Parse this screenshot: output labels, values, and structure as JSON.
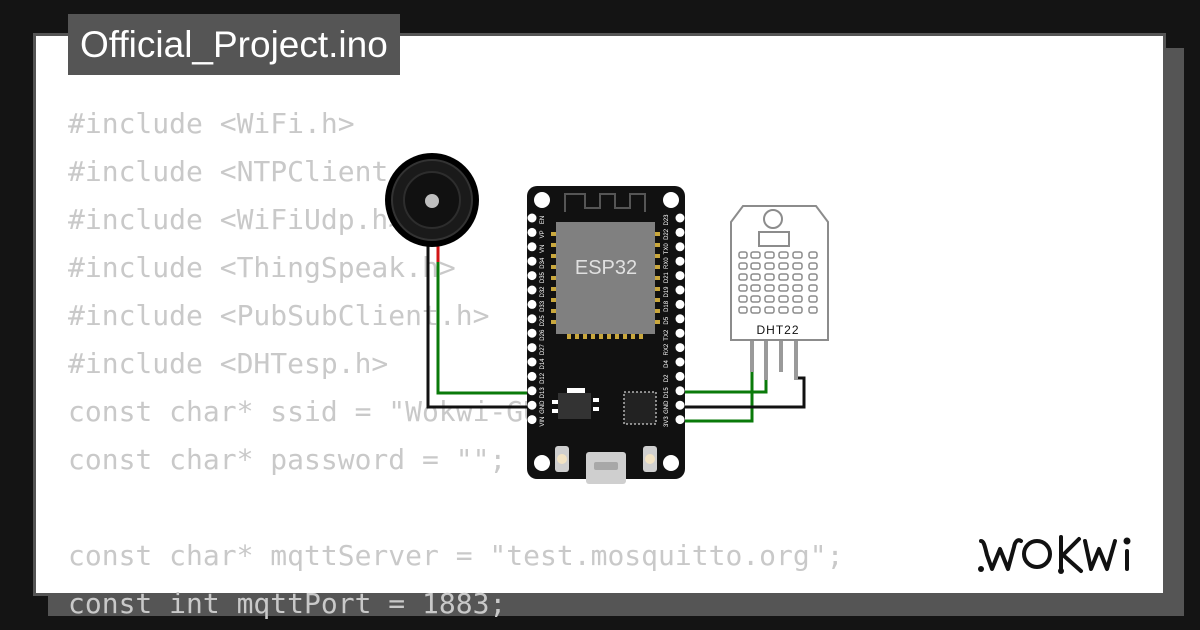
{
  "project": {
    "filename": "Official_Project.ino"
  },
  "code": {
    "lines": [
      "#include <WiFi.h>",
      "#include <NTPClient.h>",
      "#include <WiFiUdp.h>",
      "#include <ThingSpeak.h>",
      "#include <PubSubClient.h>",
      "#include <DHTesp.h>",
      "const char* ssid = \"Wokwi-GUEST\";",
      "const char* password = \"\";",
      "",
      "const char* mqttServer = \"test.mosquitto.org\";",
      "const int mqttPort = 1883;"
    ]
  },
  "diagram": {
    "esp32_label": "ESP32",
    "dht_label": "DHT22",
    "left_pins": [
      "EN",
      "VP",
      "VN",
      "D34",
      "D35",
      "D32",
      "D33",
      "D25",
      "D26",
      "D27",
      "D14",
      "D12",
      "D13",
      "GND",
      "VIN"
    ],
    "right_pins": [
      "D23",
      "D22",
      "TX0",
      "RX0",
      "D21",
      "D19",
      "D18",
      "D5",
      "TX2",
      "RX2",
      "D4",
      "D2",
      "D15",
      "GND",
      "3V3"
    ],
    "wire_colors": {
      "signal": "#0a7a0a",
      "ground": "#111111",
      "power": "#d11515"
    }
  },
  "brand": {
    "logo_text": "WOKWi"
  },
  "colors": {
    "background": "#141414",
    "panel": "#555555",
    "code_text": "#c9c9c9",
    "card": "#ffffff"
  }
}
